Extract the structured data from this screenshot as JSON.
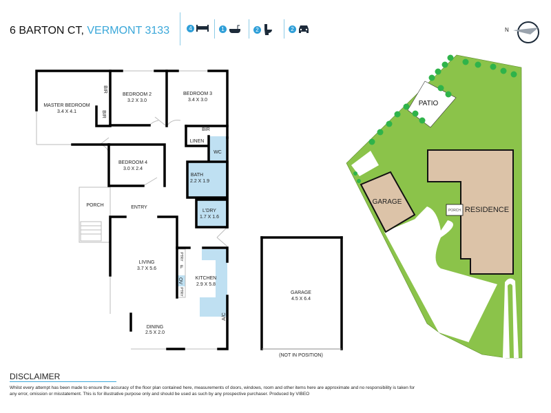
{
  "header": {
    "address": "6 BARTON CT,",
    "suburb": "VERMONT 3133"
  },
  "features": [
    {
      "count": "4",
      "icon": "bed-icon"
    },
    {
      "count": "1",
      "icon": "bath-icon"
    },
    {
      "count": "2",
      "icon": "toilet-icon"
    },
    {
      "count": "2",
      "icon": "car-icon"
    }
  ],
  "compass": {
    "label": "N"
  },
  "rooms": {
    "master": {
      "name": "MASTER BEDROOM",
      "size": "3.4 X 4.1"
    },
    "bed2": {
      "name": "BEDROOM 2",
      "size": "3.2 X 3.0"
    },
    "bed3": {
      "name": "BEDROOM 3",
      "size": "3.4 X 3.0"
    },
    "bed4": {
      "name": "BEDROOM 4",
      "size": "3.0 X 2.4"
    },
    "bath": {
      "name": "BATH",
      "size": "2.2 X 1.9"
    },
    "ldry": {
      "name": "L'DRY",
      "size": "1.7 X 1.6"
    },
    "living": {
      "name": "LIVING",
      "size": "3.7 X 5.6"
    },
    "kitchen": {
      "name": "KITCHEN",
      "size": "2.9 X 5.8"
    },
    "dining": {
      "name": "DINING",
      "size": "2.5 X 2.0"
    },
    "garage": {
      "name": "GARAGE",
      "size": "4.5 X 6.4",
      "note": "(NOT IN POSITION)"
    },
    "labels": {
      "bir": "BIR",
      "linen": "LINEN",
      "wc": "WC",
      "porch": "PORCH",
      "entry": "ENTRY",
      "ptry": "PTRY",
      "fridge": "F",
      "oven": "OV",
      "ac": "A/C"
    }
  },
  "site": {
    "patio": "PATIO",
    "garage": "GARAGE",
    "porch": "PORCH",
    "residence": "RESIDENCE"
  },
  "colors": {
    "accent": "#3aa7d9",
    "wet": "#bfe0f2",
    "lawn": "#8bc34a",
    "tree": "#2fb34a",
    "building": "#dcc3a8"
  },
  "disclaimer": {
    "heading": "DISCLAIMER",
    "text": "Whilst every attempt has been made to ensure the accuracy of the floor plan contained here, measurements of doors, windows, room and other items here are approximate and no responsibility is taken for any error, omission or misstatement. This is for illustrative purpose only and should be used as such by any prospective purchaser. Produced by VIBEO"
  }
}
